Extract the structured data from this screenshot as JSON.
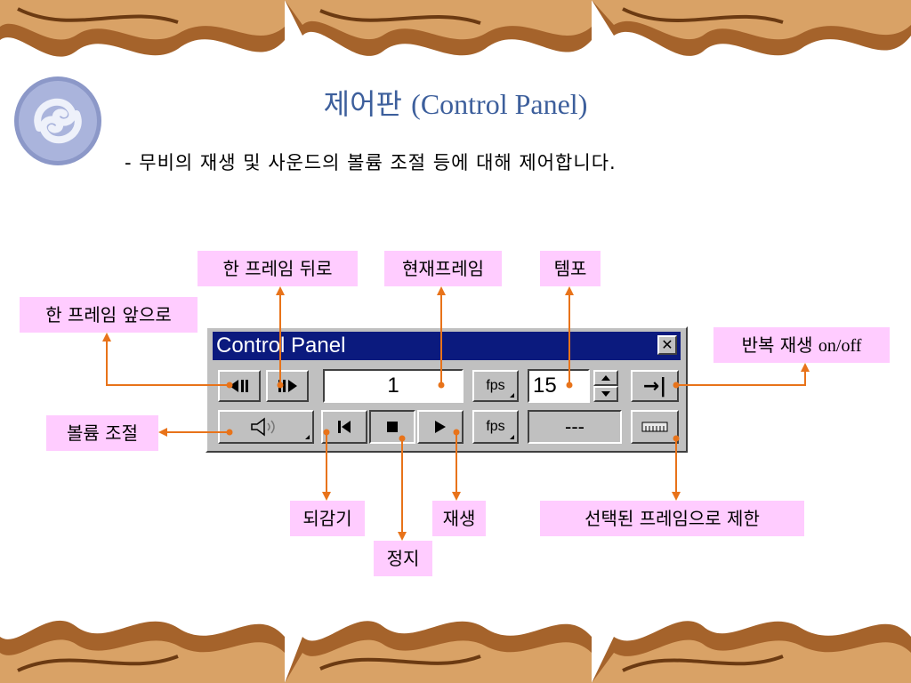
{
  "header": {
    "title_ko": "제어판",
    "title_en": "(Control Panel)",
    "subtitle": "- 무비의 재생 및 사운드의 볼륨 조절 등에 대해 제어합니다."
  },
  "window": {
    "title": "Control Panel",
    "close_glyph": "✕",
    "current_frame": "1",
    "fps_label": "fps",
    "tempo_value": "15",
    "actual_fps": "---",
    "loop_glyph": "→|"
  },
  "callouts": {
    "step_back": "한 프레임 뒤로",
    "current_frame": "현재프레임",
    "tempo": "템포",
    "step_forward": "한 프레임 앞으로",
    "loop_ko": "반복 재생",
    "loop_en": "on/off",
    "volume": "볼륨 조절",
    "rewind": "되감기",
    "stop": "정지",
    "play": "재생",
    "selected_frames": "선택된 프레임으로 제한"
  },
  "colors": {
    "arrow": "#e8731a",
    "callout_bg": "#ffccff",
    "titlebar": "#0b1a7e",
    "heading": "#3d5f9c"
  }
}
